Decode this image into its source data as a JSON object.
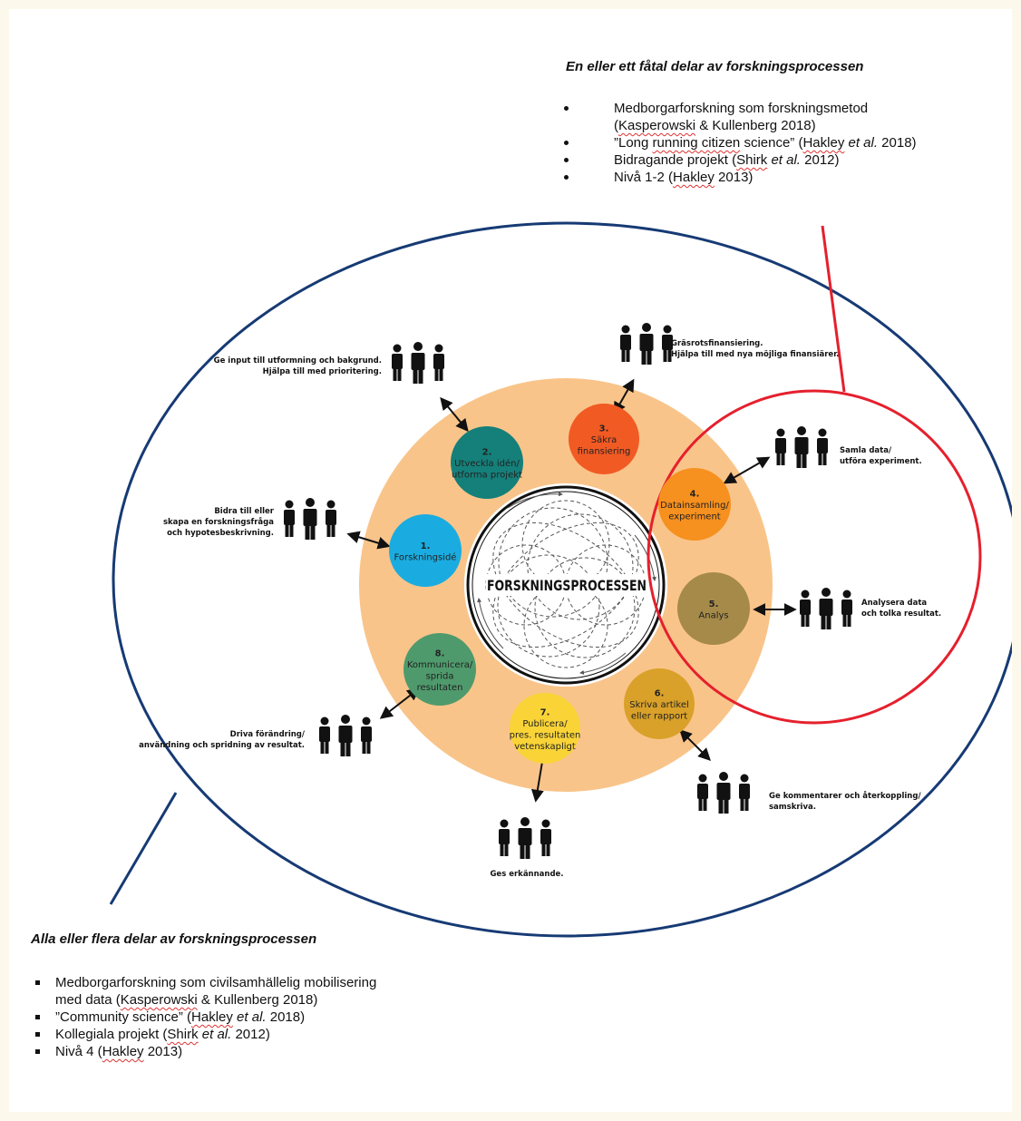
{
  "top_box": {
    "heading": "En eller ett fåtal delar av forskningsprocessen",
    "items": [
      {
        "pre": "Medborgarforskning som forskningsmetod",
        "line2_pre": "(",
        "cite": "Kasperowski",
        "post": " & Kullenberg 2018)"
      },
      {
        "pre": "”Long ",
        "cite": "running citizen",
        "mid": " science” (",
        "cite2": "Hakley",
        "em": " et al.",
        "post": " 2018)"
      },
      {
        "pre": "Bidragande projekt (",
        "cite": "Shirk",
        "em": " et al.",
        "post": " 2012)"
      },
      {
        "pre": "Nivå 1-2 (",
        "cite": "Hakley",
        "post": " 2013)"
      }
    ]
  },
  "bottom_box": {
    "heading": "Alla eller flera delar av forskningsprocessen",
    "items": [
      {
        "pre": "Medborgarforskning som civilsamhällelig mobilisering",
        "line2_pre": "med data (",
        "cite": "Kasperowski",
        "post": " & Kullenberg 2018)"
      },
      {
        "pre": "”Community science” (",
        "cite": "Hakley",
        "em": " et al.",
        "post": " 2018)"
      },
      {
        "pre": "Kollegiala projekt (",
        "cite": "Shirk",
        "em": " et al.",
        "post": " 2012)"
      },
      {
        "pre": "Nivå 4 (",
        "cite": "Hakley",
        "post": " 2013)"
      }
    ]
  },
  "center_label": "FORSKNINGSPROCESSEN",
  "colors": {
    "ring": "#f9c48a",
    "outer_ellipse": "#163a74",
    "red_circle": "#e5202d",
    "stage1": "#1aace0",
    "stage2": "#157f7a",
    "stage3": "#f25a24",
    "stage4": "#f6901e",
    "stage5": "#a68a4a",
    "stage6": "#d9a129",
    "stage7": "#fad437",
    "stage8": "#4f9a6c"
  },
  "stages": [
    {
      "n": "1.",
      "lines": [
        "Forskningsidé"
      ],
      "note": [
        "Bidra till eller",
        "skapa en forskningsfråga",
        "och hypotesbeskrivning."
      ]
    },
    {
      "n": "2.",
      "lines": [
        "Utveckla idén/",
        "utforma projekt"
      ],
      "note": [
        "Ge input till utformning och bakgrund.",
        "Hjälpa till med prioritering."
      ]
    },
    {
      "n": "3.",
      "lines": [
        "Säkra",
        "finansiering"
      ],
      "note": [
        "Gräsrotsfinansiering.",
        "Hjälpa till med nya möjliga finansiärer."
      ]
    },
    {
      "n": "4.",
      "lines": [
        "Datainsamling/",
        "experiment"
      ],
      "note": [
        "Samla data/",
        "utföra experiment."
      ]
    },
    {
      "n": "5.",
      "lines": [
        "Analys"
      ],
      "note": [
        "Analysera data",
        "och tolka resultat."
      ]
    },
    {
      "n": "6.",
      "lines": [
        "Skriva artikel",
        "eller rapport"
      ],
      "note": [
        "Ge kommentarer och återkoppling/",
        "samskriva."
      ]
    },
    {
      "n": "7.",
      "lines": [
        "Publicera/",
        "pres. resultaten",
        "vetenskapligt"
      ],
      "note": [
        "Ges erkännande."
      ]
    },
    {
      "n": "8.",
      "lines": [
        "Kommunicera/",
        "sprida",
        "resultaten"
      ],
      "note": [
        "Driva förändring/",
        "användning och spridning av resultat."
      ]
    }
  ]
}
